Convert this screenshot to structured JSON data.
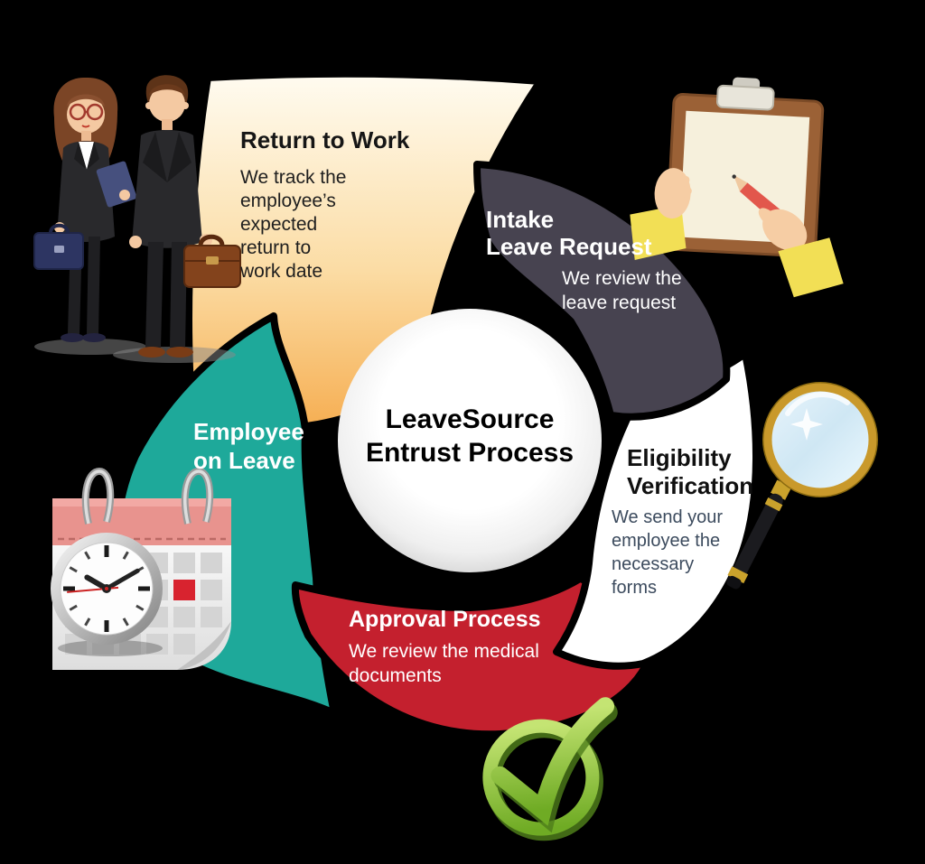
{
  "diagram": {
    "center": {
      "title": "LeaveSource\nEntrust Process"
    },
    "steps": {
      "intake": {
        "title": "Intake\nLeave Request",
        "description": "We review the\nleave request",
        "color": "#474350",
        "text_color": "#ffffff"
      },
      "eligibility": {
        "title": "Eligibility\nVerification",
        "description": "We send your\nemployee the\nnecessary\nforms",
        "color": "#ffffff",
        "text_color": "#3c4b5e"
      },
      "approval": {
        "title": "Approval Process",
        "description": "We review the medical\ndocuments",
        "color": "#c4202e",
        "text_color": "#ffffff"
      },
      "employee_on_leave": {
        "title": "Employee\non Leave",
        "description": "",
        "color": "#1ea99a",
        "text_color": "#ffffff"
      },
      "return_to_work": {
        "title": "Return to Work",
        "description": "We track the\nemployee’s\nexpected\nreturn to\nwork date",
        "color": "#f6ae52",
        "color_top": "#fffbef",
        "text_color": "#1e1e1e"
      }
    },
    "icons": [
      "business-people-icon",
      "clipboard-writing-icon",
      "magnifier-icon",
      "calendar-clock-icon",
      "green-checkmark-icon"
    ],
    "colors": {
      "background": "#000000",
      "center_circle": "#ffffff",
      "slate": "#474350",
      "teal": "#1ea99a",
      "red": "#c4202e",
      "orange": "#f6ae52",
      "white_blade": "#ffffff",
      "check_green": "#8dc63f",
      "calendar_header": "#e8938e",
      "magnifier_gold": "#c9992b"
    }
  }
}
